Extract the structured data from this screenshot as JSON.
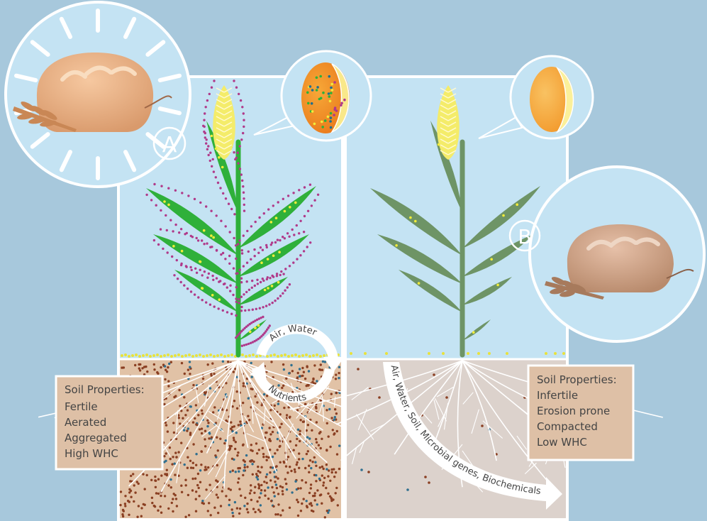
{
  "panel_a": {
    "marker": "A",
    "soil_box": {
      "title": "Soil Properties:",
      "items": [
        "Fertile",
        "Aerated",
        "Aggregated",
        "High WHC"
      ]
    },
    "cycle_labels": {
      "top": "Air, Water",
      "bottom": "Nutrients"
    }
  },
  "panel_b": {
    "marker": "B",
    "soil_box": {
      "title": "Soil Properties:",
      "items": [
        "Infertile",
        "Erosion prone",
        "Compacted",
        "Low  WHC"
      ]
    },
    "loss_arrow_label": "Air, Water, Soil, Microbial genes, Biochemicals"
  },
  "colors": {
    "background": "#a7c8dc",
    "sky_panel": "#c4e3f3",
    "soil_fertile": "#e1c2a6",
    "soil_poor": "#dcd2cc",
    "plant_healthy": "#2fb03a",
    "plant_poor": "#6e9466",
    "nutrient_halo": "#b03a8a",
    "soil_box_fill": "#dec0a6"
  }
}
